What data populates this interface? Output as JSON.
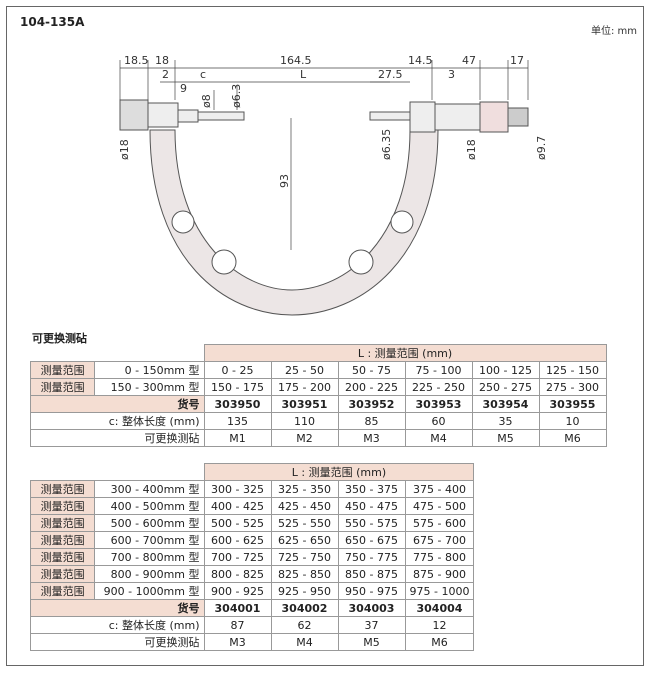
{
  "header": {
    "model": "104-135A",
    "unit": "单位: mm"
  },
  "dimensions": {
    "d185": "18.5",
    "d18": "18",
    "d1645": "164.5",
    "d145": "14.5",
    "d47": "47",
    "d17": "17",
    "d2": "2",
    "c": "c",
    "L": "L",
    "d275": "27.5",
    "d3": "3",
    "d9": "9",
    "dia8": "ø8",
    "dia63": "ø6.3",
    "dia18l": "ø18",
    "d93": "93",
    "dia635": "ø6.35",
    "dia18r": "ø18",
    "dia97": "ø9.7"
  },
  "section_title": "可更换测砧",
  "table1": {
    "header": "L : 测量范围 (mm)",
    "rows": [
      {
        "label": "测量范围",
        "type": "0 - 150mm 型",
        "cells": [
          "0 - 25",
          "25 - 50",
          "50 - 75",
          "75 - 100",
          "100 - 125",
          "125 - 150"
        ]
      },
      {
        "label": "测量范围",
        "type": "150 - 300mm 型",
        "cells": [
          "150 - 175",
          "175 - 200",
          "200 - 225",
          "225 - 250",
          "250 - 275",
          "275 - 300"
        ]
      }
    ],
    "code_label": "货号",
    "codes": [
      "303950",
      "303951",
      "303952",
      "303953",
      "303954",
      "303955"
    ],
    "c_label": "c: 整体长度 (mm)",
    "c_values": [
      "135",
      "110",
      "85",
      "60",
      "35",
      "10"
    ],
    "anvil_label": "可更换测砧",
    "anvils": [
      "M1",
      "M2",
      "M3",
      "M4",
      "M5",
      "M6"
    ]
  },
  "table2": {
    "header": "L : 测量范围 (mm)",
    "rows": [
      {
        "label": "测量范围",
        "type": "300 - 400mm 型",
        "cells": [
          "300 - 325",
          "325 - 350",
          "350 - 375",
          "375 - 400"
        ]
      },
      {
        "label": "测量范围",
        "type": "400 - 500mm 型",
        "cells": [
          "400 - 425",
          "425 - 450",
          "450 - 475",
          "475 - 500"
        ]
      },
      {
        "label": "测量范围",
        "type": "500 - 600mm 型",
        "cells": [
          "500 - 525",
          "525 - 550",
          "550 - 575",
          "575 - 600"
        ]
      },
      {
        "label": "测量范围",
        "type": "600 - 700mm 型",
        "cells": [
          "600 - 625",
          "625 - 650",
          "650 - 675",
          "675 - 700"
        ]
      },
      {
        "label": "测量范围",
        "type": "700 - 800mm 型",
        "cells": [
          "700 - 725",
          "725 - 750",
          "750 - 775",
          "775 - 800"
        ]
      },
      {
        "label": "测量范围",
        "type": "800 - 900mm 型",
        "cells": [
          "800 - 825",
          "825 - 850",
          "850 - 875",
          "875 - 900"
        ]
      },
      {
        "label": "测量范围",
        "type": "900 - 1000mm 型",
        "cells": [
          "900 - 925",
          "925 - 950",
          "950 - 975",
          "975 - 1000"
        ]
      }
    ],
    "code_label": "货号",
    "codes": [
      "304001",
      "304002",
      "304003",
      "304004"
    ],
    "c_label": "c: 整体长度 (mm)",
    "c_values": [
      "87",
      "62",
      "37",
      "12"
    ],
    "anvil_label": "可更换测砧",
    "anvils": [
      "M3",
      "M4",
      "M5",
      "M6"
    ]
  }
}
